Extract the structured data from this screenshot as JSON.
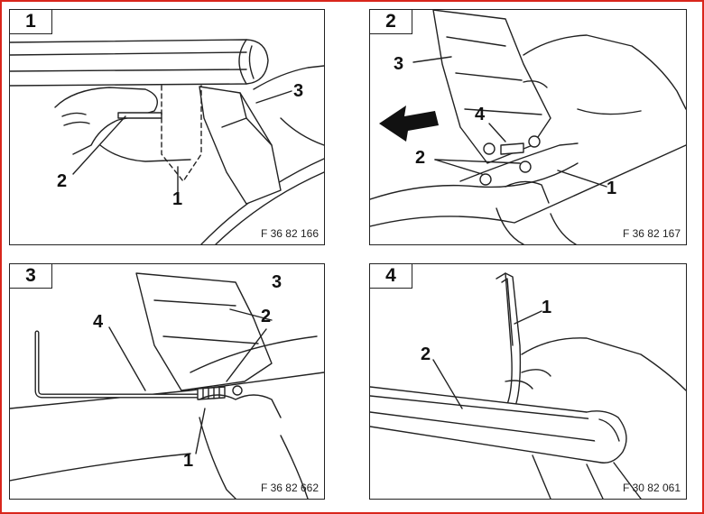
{
  "panels": [
    {
      "number": "1",
      "code": "F 36 82 166",
      "callouts": [
        "3",
        "2",
        "1"
      ]
    },
    {
      "number": "2",
      "code": "F 36 82 167",
      "callouts": [
        "3",
        "4",
        "2",
        "1"
      ]
    },
    {
      "number": "3",
      "code": "F 36 82 662",
      "callouts": [
        "3",
        "2",
        "4",
        "1"
      ]
    },
    {
      "number": "4",
      "code": "F 30 82 061",
      "callouts": [
        "1",
        "2"
      ]
    }
  ]
}
